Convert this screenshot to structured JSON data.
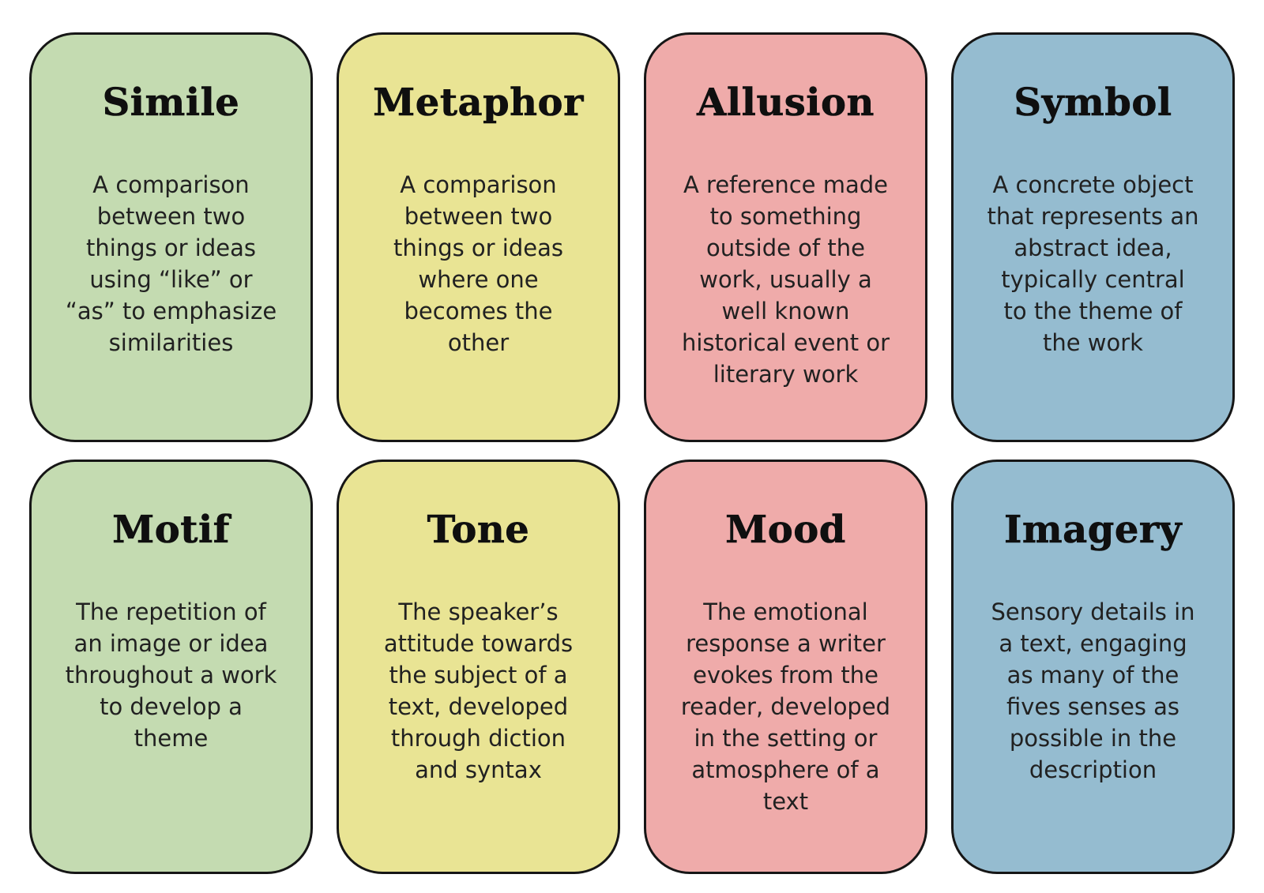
{
  "page": {
    "background": "#ffffff",
    "border_color": "#161616",
    "title_color": "#0f0f0f",
    "body_color": "#212121"
  },
  "palette": {
    "green": "#c4dbb1",
    "yellow": "#e9e494",
    "pink": "#efabaa",
    "blue": "#95bcd0"
  },
  "cards": [
    {
      "title": "Simile",
      "definition": "A comparison\nbetween two\nthings or ideas\nusing “like” or\n“as” to emphasize\nsimilarities",
      "bg": "#c4dbb1"
    },
    {
      "title": "Metaphor",
      "definition": "A comparison\nbetween two\nthings or ideas\nwhere one\nbecomes the\nother",
      "bg": "#e9e494"
    },
    {
      "title": "Allusion",
      "definition": "A reference made\nto something\noutside of the\nwork, usually a\nwell known\nhistorical event or\nliterary work",
      "bg": "#efabaa"
    },
    {
      "title": "Symbol",
      "definition": "A concrete object\nthat represents an\nabstract idea,\ntypically central\nto the theme of\nthe work",
      "bg": "#95bcd0"
    },
    {
      "title": "Motif",
      "definition": "The repetition of\nan image or idea\nthroughout a work\nto develop a\ntheme",
      "bg": "#c4dbb1"
    },
    {
      "title": "Tone",
      "definition": "The speaker’s\nattitude towards\nthe subject of a\ntext, developed\nthrough diction\nand syntax",
      "bg": "#e9e494"
    },
    {
      "title": "Mood",
      "definition": "The emotional\nresponse a writer\nevokes from the\nreader, developed\nin the setting or\natmosphere of a\ntext",
      "bg": "#efabaa"
    },
    {
      "title": "Imagery",
      "definition": "Sensory details in\na text, engaging\nas many of the\nfives senses as\npossible in the\ndescription",
      "bg": "#95bcd0"
    }
  ]
}
